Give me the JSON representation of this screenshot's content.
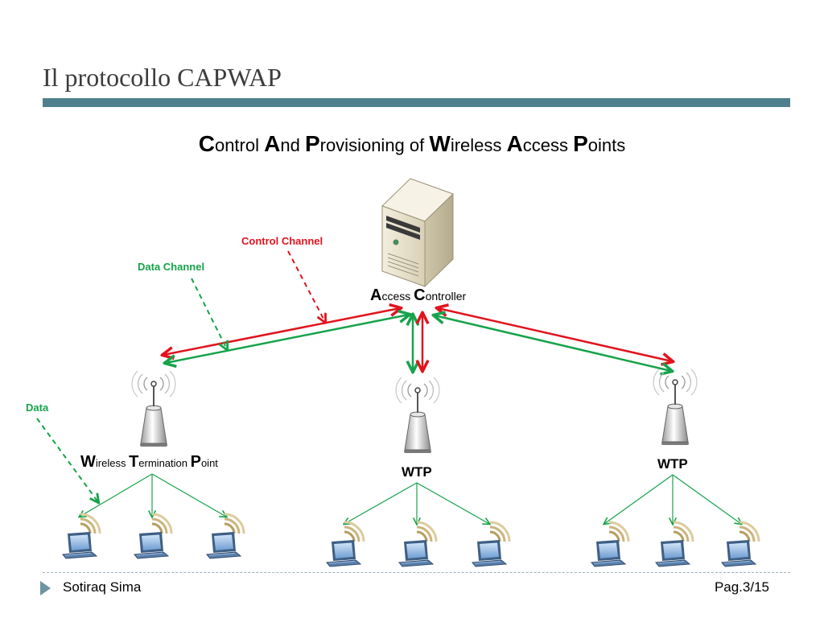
{
  "slide": {
    "title": "Il protocollo CAPWAP",
    "subtitle_parts": [
      {
        "cap": "C",
        "rest": "ontrol "
      },
      {
        "cap": "A",
        "rest": "nd "
      },
      {
        "cap": "P",
        "rest": "rovisioning of "
      },
      {
        "cap": "W",
        "rest": "ireless "
      },
      {
        "cap": "A",
        "rest": "ccess "
      },
      {
        "cap": "P",
        "rest": "oints"
      }
    ]
  },
  "diagram": {
    "labels": {
      "control_channel": "Control Channel",
      "data_channel": "Data Channel",
      "data": "Data"
    },
    "access_controller": {
      "parts": [
        {
          "cap": "A",
          "rest": "ccess "
        },
        {
          "cap": "C",
          "rest": "ontroller"
        }
      ]
    },
    "wtp_full": {
      "parts": [
        {
          "cap": "W",
          "rest": "ireless "
        },
        {
          "cap": "T",
          "rest": "ermination "
        },
        {
          "cap": "P",
          "rest": "oint"
        }
      ]
    },
    "wtp_short": "WTP",
    "colors": {
      "control": "#e0141e",
      "data": "#16a34a",
      "accent": "#4e7f8c"
    }
  },
  "footer": {
    "author": "Sotiraq Sima",
    "page": "Pag.3/15"
  }
}
